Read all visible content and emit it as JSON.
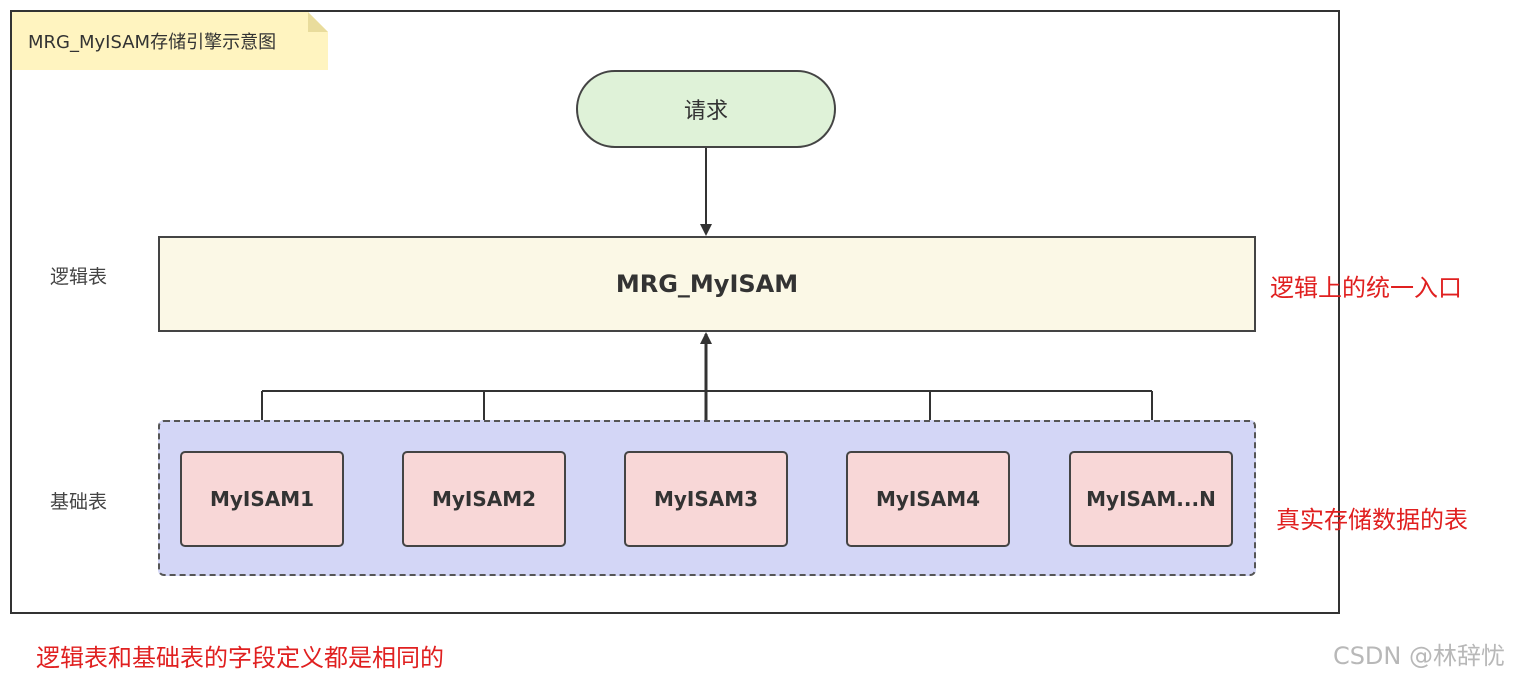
{
  "note": {
    "title": "MRG_MyISAM存储引擎示意图"
  },
  "request": {
    "label": "请求"
  },
  "logical_table": {
    "row_label": "逻辑表",
    "box_label": "MRG_MyISAM",
    "annotation": "逻辑上的统一入口"
  },
  "base_tables": {
    "row_label": "基础表",
    "annotation": "真实存储数据的表",
    "items": [
      {
        "label": "MyISAM1"
      },
      {
        "label": "MyISAM2"
      },
      {
        "label": "MyISAM3"
      },
      {
        "label": "MyISAM4"
      },
      {
        "label": "MyISAM...N"
      }
    ]
  },
  "footer_note": "逻辑表和基础表的字段定义都是相同的",
  "watermark": "CSDN @林辞忧",
  "colors": {
    "request_fill": "#dff2d8",
    "logical_fill": "#fbf8e6",
    "group_fill": "#d3d6f6",
    "table_fill": "#f8d7d7",
    "annotation_red": "#e02020",
    "note_fill": "#fff4c0"
  }
}
